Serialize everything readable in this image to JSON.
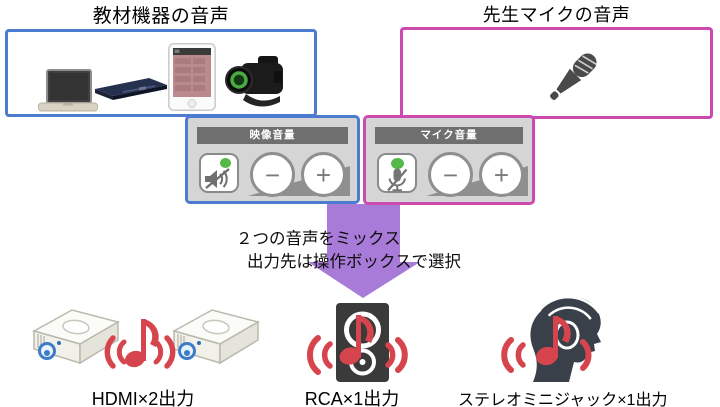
{
  "titles": {
    "left": "教材機器の音声",
    "right": "先生マイクの音声"
  },
  "source_boxes": {
    "left_icons": [
      "laptop-icon",
      "bluray-player-icon",
      "smartphone-icon",
      "camcorder-icon"
    ],
    "right_icons": [
      "microphone-icon"
    ]
  },
  "volume_panels": [
    {
      "title": "映像音量",
      "mute_icon": "muted-speaker-icon",
      "status_dot": "green",
      "minus_label": "−",
      "plus_label": "+"
    },
    {
      "title": "マイク音量",
      "mute_icon": "muted-microphone-icon",
      "status_dot": "green",
      "minus_label": "−",
      "plus_label": "+"
    }
  ],
  "mix_note": {
    "line1": "２つの音声をミックス",
    "line2": "出力先は操作ボックスで選択"
  },
  "outputs": [
    {
      "label": "HDMI×2出力",
      "icons": [
        "projector-icon",
        "music-note-icon",
        "projector-icon"
      ]
    },
    {
      "label": "RCA×1出力",
      "icons": [
        "speaker-box-icon",
        "music-note-icon",
        "sound-waves-icon"
      ]
    },
    {
      "label": "ステレオミニジャック×1出力",
      "icons": [
        "headphones-person-icon",
        "music-note-icon",
        "sound-waves-icon"
      ]
    }
  ],
  "colors": {
    "device_box_border": "#4C7BD0",
    "mic_box_border": "#CC49B0",
    "arrow_purple": "#A97BD9",
    "status_green": "#55B94A",
    "audio_red": "#D6454D",
    "panel_bg": "#D5D5D5",
    "panel_header_bg": "#6F6F6F"
  }
}
